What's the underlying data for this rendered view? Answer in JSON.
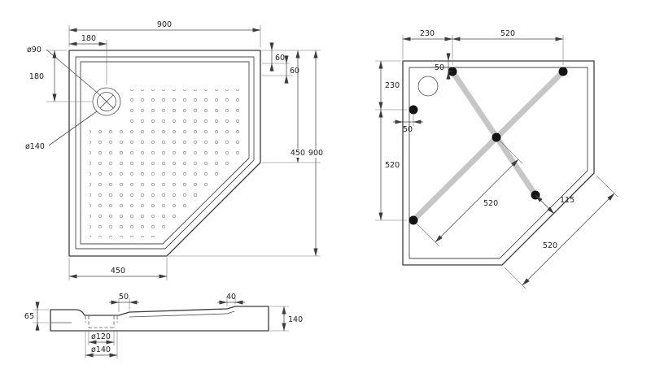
{
  "views": {
    "plan": {
      "overall_width": "900",
      "drain_offset_x": "180",
      "drain_inner_dia": "ø90",
      "drain_offset_y": "180",
      "drain_outer_dia": "ø140",
      "rim_step_1": "60",
      "rim_step_2": "60",
      "side_edge": "450",
      "overall_height": "900",
      "front_edge": "450"
    },
    "mounting": {
      "top_offset": "230",
      "top_span": "520",
      "left_offset": "230",
      "left_span": "520",
      "bracket_inset_top": "50",
      "bracket_inset_left": "50",
      "diagonal_inset": "115",
      "strap_span": "520",
      "diagonal_span": "520"
    },
    "section": {
      "ramp_width": "50",
      "rim_width": "40",
      "wall_height": "65",
      "overall_height": "140",
      "drain_hole_dia": "ø120",
      "drain_flange_dia": "ø140"
    }
  }
}
